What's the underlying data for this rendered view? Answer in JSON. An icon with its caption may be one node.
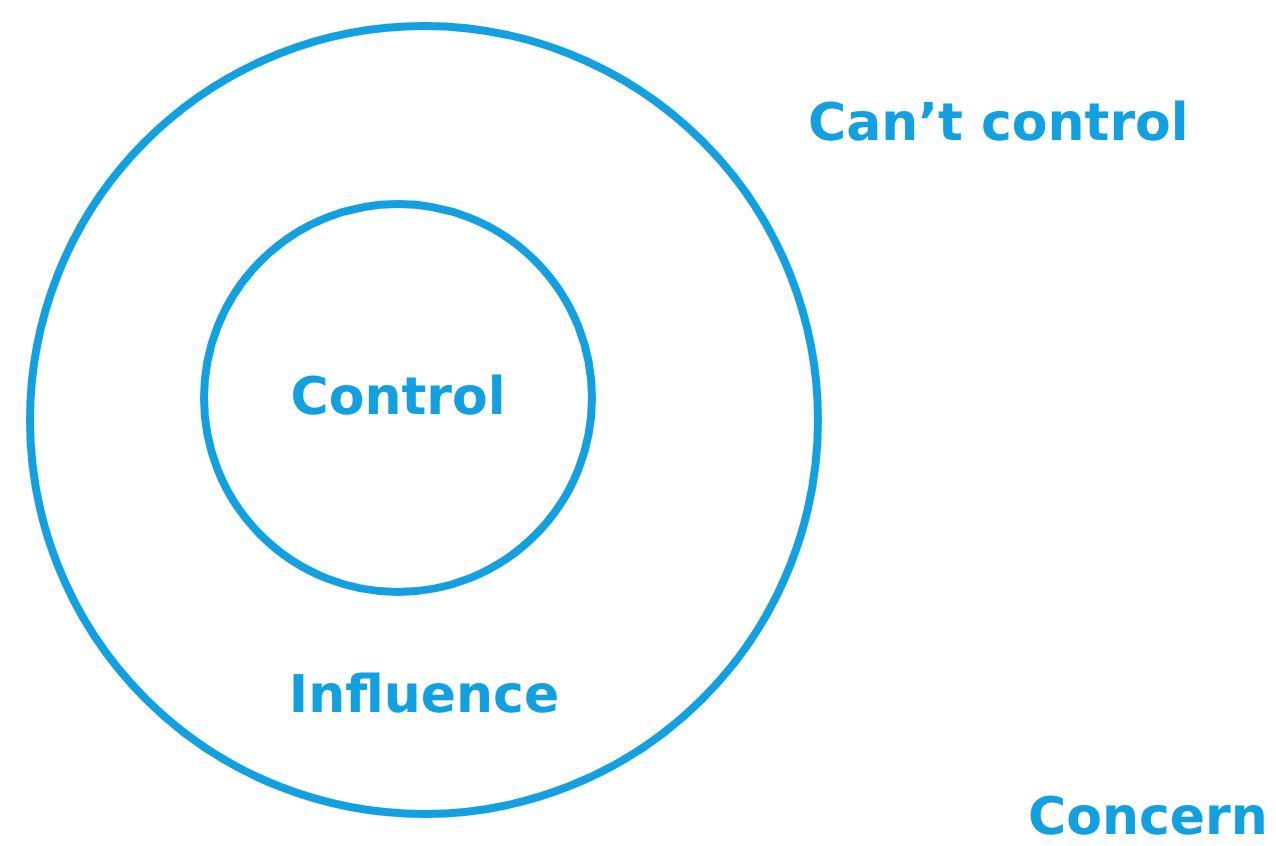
{
  "diagram": {
    "nodes": [
      {
        "text": [
          "Influence"
        ]
      },
      {
        "text": [
          "Control"
        ],
        "in": 0
      }
    ],
    "labels": [
      "Can’t control",
      "Concern"
    ]
  }
}
